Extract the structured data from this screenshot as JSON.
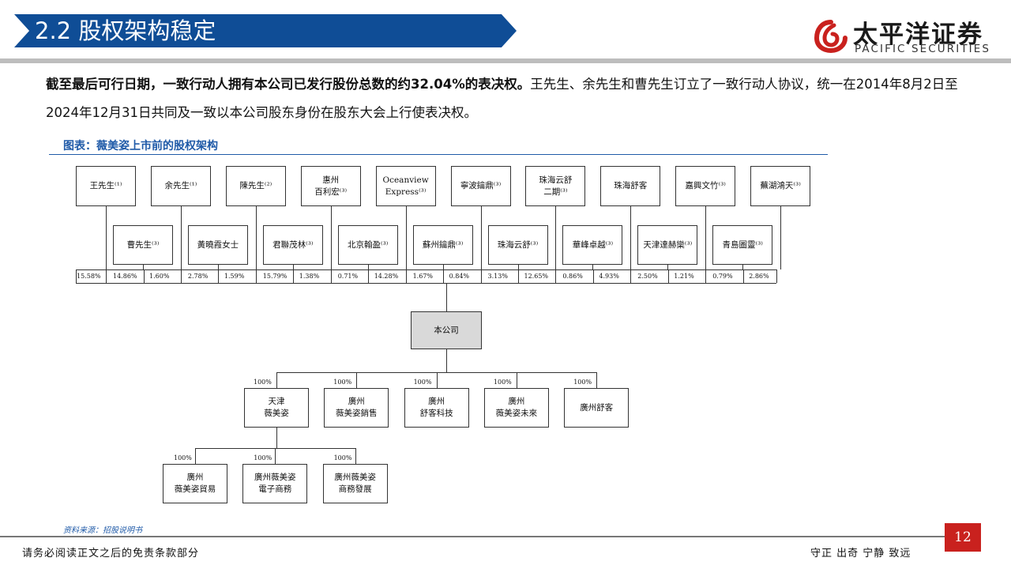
{
  "header": {
    "title": "2.2 股权架构稳定",
    "logo_cn": "太平洋证券",
    "logo_en": "PACIFIC SECURITIES",
    "brand_color": "#0f4d96",
    "accent_color": "#c9211e"
  },
  "body": {
    "para_bold": "截至最后可行日期，一致行动人拥有本公司已发行股份总数的约32.04%的表决权。",
    "para_rest": "王先生、余先生和曹先生订立了一致行动人协议，统一在2014年8月2日至2024年12月31日共同及一致以本公司股东身份在股东大会上行使表决权。"
  },
  "figure": {
    "title": "图表：薇美姿上市前的股权架构",
    "source": "资料来源：招股说明书",
    "top_shareholders": [
      "王先生⁽¹⁾",
      "余先生⁽¹⁾",
      "陳先生⁽²⁾",
      "惠州\n百利宏⁽³⁾",
      "Oceanview\nExpress⁽³⁾",
      "寧波鑰鼎⁽³⁾",
      "珠海云舒\n二期⁽³⁾",
      "珠海舒客",
      "嘉興文竹⁽³⁾",
      "蕪湖鴻天⁽³⁾"
    ],
    "second_shareholders": [
      "曹先生⁽³⁾",
      "黃曉霞女士",
      "君聯茂林⁽³⁾",
      "北京翰盈⁽³⁾",
      "蘇州鑰鼎⁽³⁾",
      "珠海云舒⁽³⁾",
      "華峰卓越⁽³⁾",
      "天津達赫欒⁽³⁾",
      "青島圖靈⁽³⁾"
    ],
    "first_pct": "15.58%",
    "pct_pairs": [
      [
        "14.86%",
        "1.60%"
      ],
      [
        "2.78%",
        "1.59%"
      ],
      [
        "15.79%",
        "1.38%"
      ],
      [
        "0.71%",
        "14.28%"
      ],
      [
        "1.67%",
        "0.84%"
      ],
      [
        "3.13%",
        "12.65%"
      ],
      [
        "0.86%",
        "4.93%"
      ],
      [
        "2.50%",
        "1.21%"
      ],
      [
        "0.79%",
        "2.86%"
      ]
    ],
    "company": "本公司",
    "subsidiaries": [
      {
        "name": "天津\n薇美姿",
        "pct": "100%"
      },
      {
        "name": "廣州\n薇美姿銷售",
        "pct": "100%"
      },
      {
        "name": "廣州\n舒客科技",
        "pct": "100%"
      },
      {
        "name": "廣州\n薇美姿未來",
        "pct": "100%"
      },
      {
        "name": "廣州舒客",
        "pct": "100%"
      }
    ],
    "sub_subsidiaries": [
      {
        "name": "廣州\n薇美姿貿易",
        "pct": "100%"
      },
      {
        "name": "廣州薇美姿\n電子商務",
        "pct": "100%"
      },
      {
        "name": "廣州薇美姿\n商務發展",
        "pct": "100%"
      }
    ]
  },
  "footer": {
    "left": "请务必阅读正文之后的免责条款部分",
    "right": "守正 出奇 宁静 致远",
    "page": "12"
  }
}
